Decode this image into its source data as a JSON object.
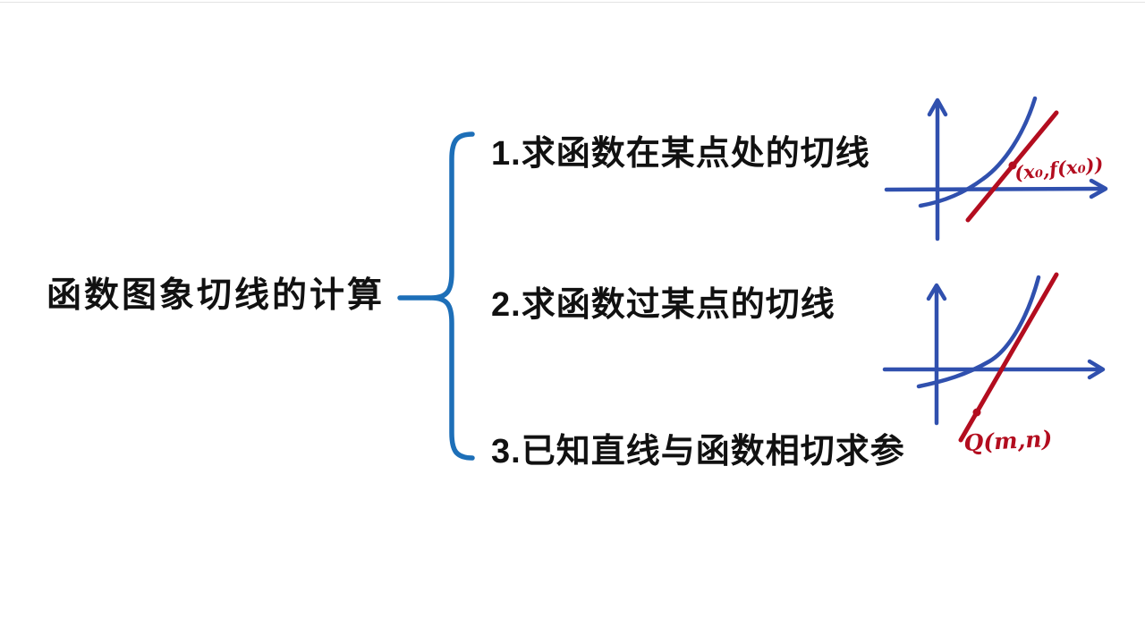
{
  "title": "函数图象切线的计算",
  "branches": [
    "1.求函数在某点处的切线",
    "2.求函数过某点的切线",
    "3.已知直线与函数相切求参"
  ],
  "figures": {
    "top": {
      "name": "tangent-at-a-point-on-curve",
      "point_label": "(x₀,f(x₀))"
    },
    "bottom": {
      "name": "tangent-through-external-point",
      "point_label": "Q(m,n)"
    }
  },
  "colors": {
    "brace_blue": "#1d6fb8",
    "axis_blue": "#3050ae",
    "tangent_red": "#b30d1f",
    "text_black": "#111111",
    "background": "#ffffff"
  }
}
